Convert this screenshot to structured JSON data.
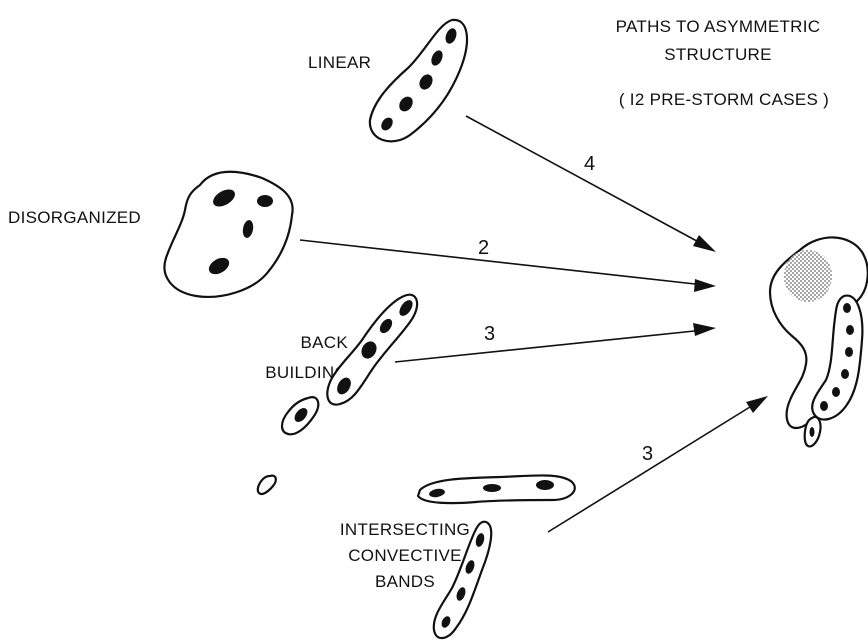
{
  "title": {
    "line1": "PATHS TO ASYMMETRIC",
    "line2": "STRUCTURE",
    "line3": "( I2 PRE-STORM CASES )"
  },
  "paths": [
    {
      "label": "LINEAR",
      "count": "4"
    },
    {
      "label": "DISORGANIZED",
      "count": "2"
    },
    {
      "label_lines": [
        "BACK",
        "BUILDING"
      ],
      "count": "3"
    },
    {
      "label_lines": [
        "INTERSECTING",
        "CONVECTIVE",
        "BANDS"
      ],
      "count": "3"
    }
  ],
  "colors": {
    "ink": "#111111",
    "shade": "#b0b0b0",
    "background": "#ffffff"
  }
}
